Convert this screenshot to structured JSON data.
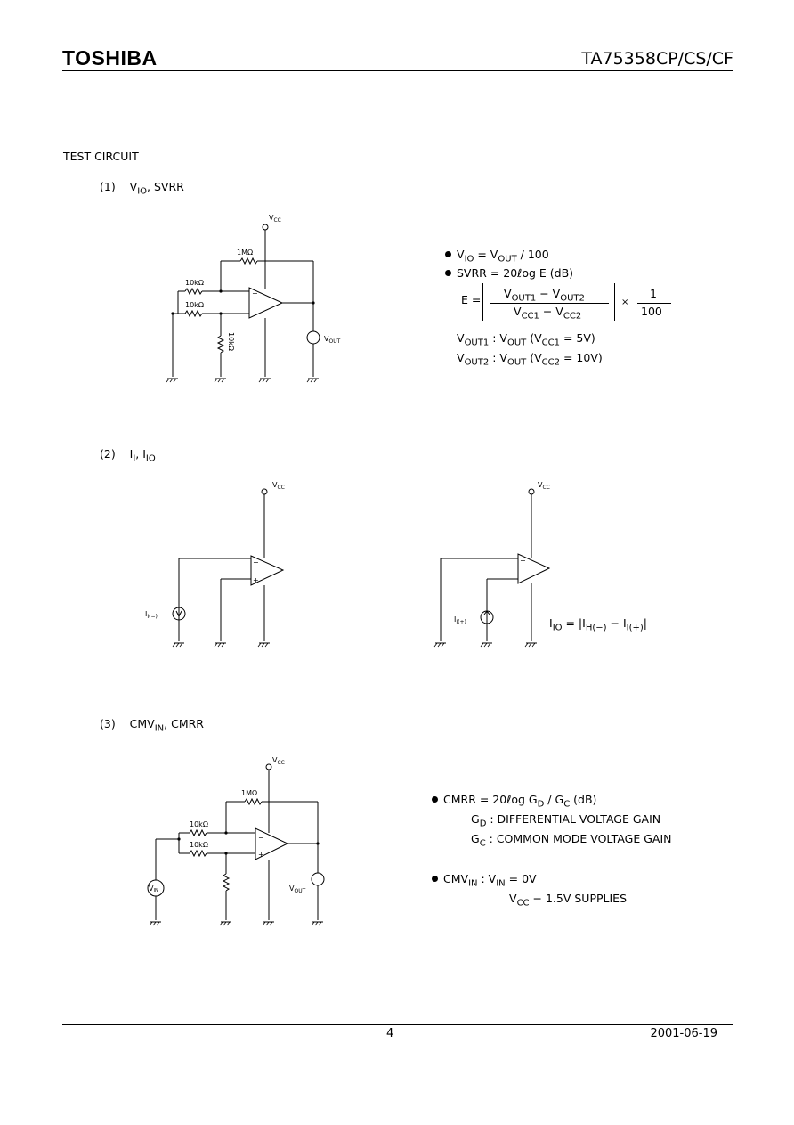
{
  "header": {
    "brand": "TOSHIBA",
    "part_number": "TA75358CP/CS/CF"
  },
  "section_title": "TEST CIRCUIT",
  "sections": [
    {
      "number": "(1)",
      "title_parts": [
        "V",
        "IO",
        ", SVRR"
      ],
      "labels": {
        "vcc_v": "V",
        "vcc_s": "CC",
        "r_feedback": "1MΩ",
        "r_in1": "10kΩ",
        "r_in2": "10kΩ",
        "r_ground": "10kΩ",
        "minus": "−",
        "plus": "+",
        "vout_v": "V",
        "vout_s": "OUT"
      },
      "formulas": {
        "vio_line": [
          "V",
          "IO",
          " = V",
          "OUT",
          " / 100"
        ],
        "svrr_line": "SVRR = 20ℓog  E  (dB)",
        "e_prefix": "E =",
        "e_num": [
          "V",
          "OUT1",
          " − V",
          "OUT2"
        ],
        "e_den": [
          "V",
          "CC1",
          " − V",
          "CC2"
        ],
        "times": "×",
        "frac_num": "1",
        "frac_den": "100",
        "vout1_line": [
          "V",
          "OUT1",
          "  :  V",
          "OUT",
          "  (V",
          "CC1",
          " = 5V)"
        ],
        "vout2_line": [
          "V",
          "OUT2",
          "  :  V",
          "OUT",
          "  (V",
          "CC2",
          " = 10V)"
        ]
      }
    },
    {
      "number": "(2)",
      "title_parts": [
        "I",
        "I",
        ", I",
        "IO"
      ],
      "labels": {
        "vcc_v": "V",
        "vcc_s": "CC",
        "ii_minus": "I",
        "ii_minus_s": "I(−)",
        "ii_plus": "I",
        "ii_plus_s": "I(+)",
        "minus": "−",
        "plus": "+"
      },
      "formulas": {
        "iio_line": [
          "I",
          "IO",
          " = |I",
          "H(−)",
          " − I",
          "I(+)",
          "|"
        ]
      }
    },
    {
      "number": "(3)",
      "title_parts": [
        "CMV",
        "IN",
        ", CMRR"
      ],
      "labels": {
        "vcc_v": "V",
        "vcc_s": "CC",
        "r_feedback": "1MΩ",
        "r_in1": "10kΩ",
        "r_in2": "10kΩ",
        "vin_v": "V",
        "vin_s": "IN",
        "vout_v": "V",
        "vout_s": "OUT",
        "minus": "−",
        "plus": "+"
      },
      "formulas": {
        "cmrr_line": [
          "CMRR = 20ℓog  G",
          "D",
          " / G",
          "C",
          "  (dB)"
        ],
        "gd_line": [
          "G",
          "D",
          "  :  DIFFERENTIAL  VOLTAGE  GAIN"
        ],
        "gc_line": [
          "G",
          "C",
          "  :  COMMON  MODE  VOLTAGE  GAIN"
        ],
        "cmvin_line": [
          "CMV",
          "IN",
          "  :  V",
          "IN",
          " = 0V"
        ],
        "vcc_line": [
          "V",
          "CC",
          " − 1.5V  SUPPLIES"
        ]
      }
    }
  ],
  "footer": {
    "page_number": "4",
    "date": "2001-06-19"
  }
}
